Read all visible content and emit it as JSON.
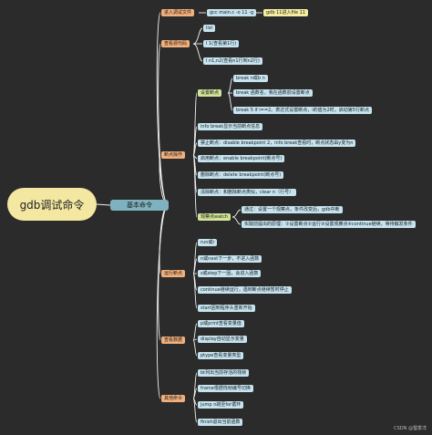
{
  "root": {
    "label": "gdb调试命令"
  },
  "main": {
    "label": "基本命令"
  },
  "categories": {
    "enter": "进入调试文件",
    "source": "查看源代码",
    "breakpoint": "断点操作",
    "run": "运行断点",
    "view": "查看数据",
    "other": "其他命令"
  },
  "subcategories": {
    "set": "设置断点",
    "watch": "观察点watch"
  },
  "leaves": {
    "gcc": "gcc main.c -o 11 -g",
    "gdb": "gdb 11进入file 11",
    "list": "list",
    "l1": "l 1(查看第1行)",
    "l1_10": "l n1,n2(查看n1行到n2行)",
    "break_n": "break n或b n",
    "break_func": "break 函数名。我在函数前设置断点",
    "break_cond": "break 5 if i==2。表达式设置断点，i的值为2时，启动第5行断点",
    "info": "info break显示当前断点信息",
    "disable": "禁止断点：disable breakpoint 2，info break查看时，断点状态由y变为n",
    "enable": "启用断点：enable breakpoint(断点号)",
    "delete": "删除断点：delete breakpoint(断点号)",
    "clear": "清除断点：和删除断点类似，clear n（行号）",
    "watch1": "通过：设置一个观察点，条件改变后，gdb中断",
    "watch2": "实践前提出的原理：①设置断点②运行③设置观察点④continue继续，等待触发条件",
    "r": "run或r",
    "n": "n或next下一步，不进入函数",
    "s": "s或step下一因，会进入函数",
    "c": "continue继续运行，遇到断点继续暂时停止",
    "start": "start因到程序头重新开始",
    "p": "p或print查看变量值",
    "display": "display自动显示变量",
    "ptype": "ptype查看变量类型",
    "bt": "bt列出当前存活的栈帧",
    "frame": "frame根据栈帧编号切换",
    "jump": "jump n跳至for循环",
    "finish": "finish退出当前函数"
  },
  "footer": {
    "watermark": "CSDN @蜀季洋"
  },
  "colors": {
    "background": "#2b2b2b",
    "line": "#f2f2f2",
    "category": "#f2b07c",
    "subcategory": "#d2e59a",
    "leaf": "#c6e4f0",
    "root": "#f3e7a2",
    "main": "#7fb2bf"
  }
}
